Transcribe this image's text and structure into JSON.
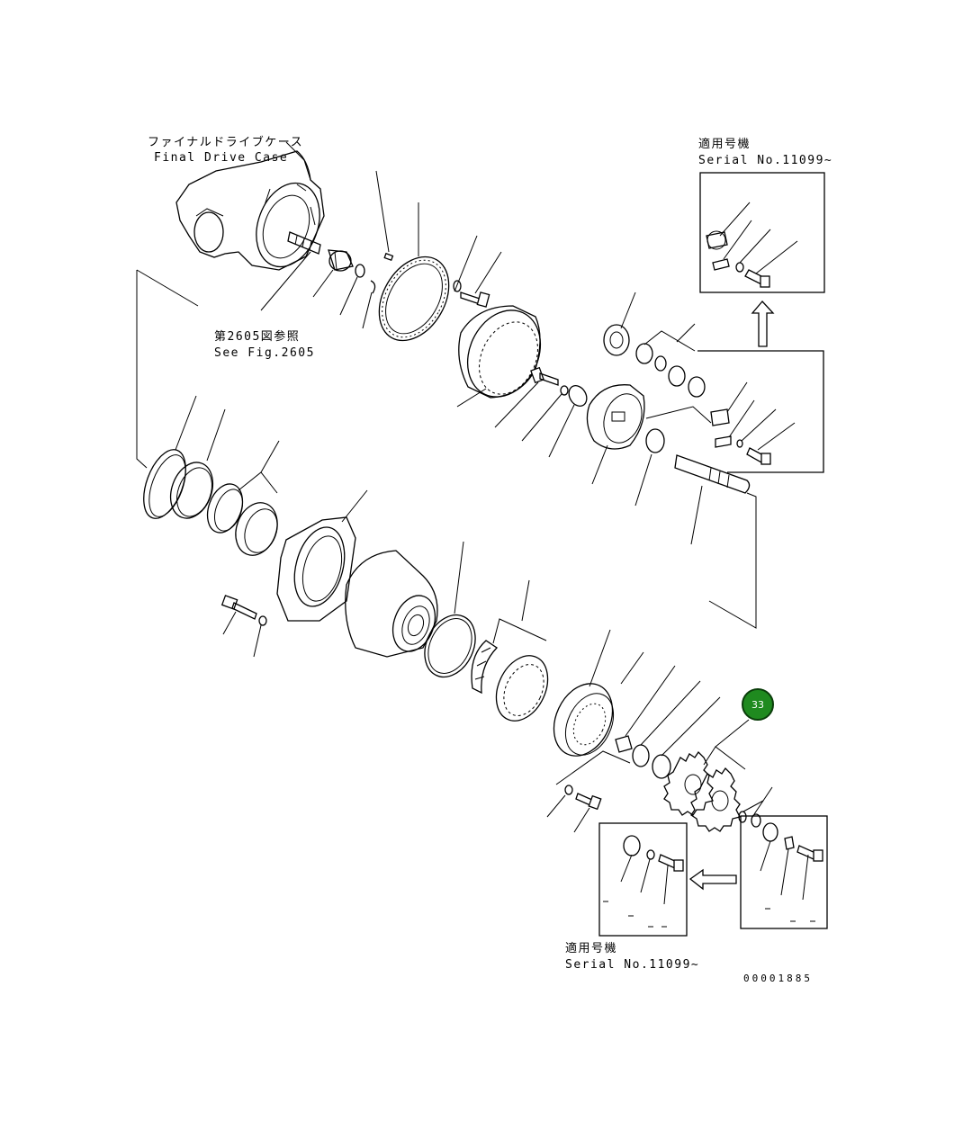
{
  "labels": {
    "final_drive_case_jp": "ファイナルドライブケース",
    "final_drive_case_en": "Final Drive Case",
    "see_fig_jp": "第2605図参照",
    "see_fig_en": "See Fig.2605",
    "serial_jp_top": "適用号機",
    "serial_en_top": "Serial No.11099~",
    "serial_jp_bottom": "適用号機",
    "serial_en_bottom": "Serial No.11099~",
    "drawing_number": "00001885"
  },
  "callout": {
    "number": "33",
    "color": "#1f8a1f"
  }
}
